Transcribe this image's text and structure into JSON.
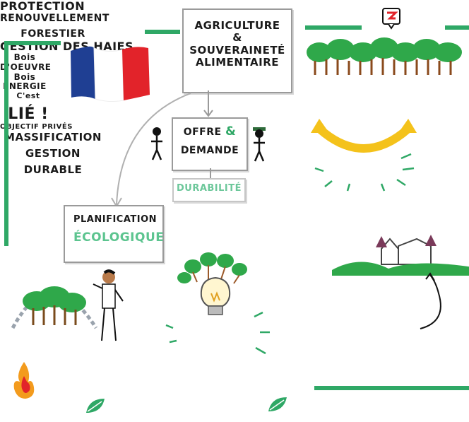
{
  "title_box": {
    "line1": "Agriculture",
    "line2": "& souveraineté",
    "line3": "alimentaire"
  },
  "offre_box": {
    "line1": "Offre",
    "amp": "&",
    "line2": "demande"
  },
  "durabilite": "Durabilité",
  "planification": {
    "line1": "Planification",
    "line2": "écologique"
  },
  "protection": "Protection",
  "renouvellement": {
    "line1": "Renouvellement",
    "line2": "forestier"
  },
  "gestion_haies": "Gestion des haies",
  "bois_oeuvre": {
    "line1": "Bois",
    "line2": "d'oeuvre"
  },
  "bois_energie": {
    "line1": "Bois",
    "line2": "énergie"
  },
  "cest_lie": {
    "line1": "C'est",
    "line2": "lié !"
  },
  "objectif": "Objectif privés",
  "massification": {
    "line1": "Massification",
    "line2": "gestion",
    "line3": "durable"
  },
  "colors": {
    "accent_green": "#2fa866",
    "yellow": "#f4c21b",
    "red": "#e2232a",
    "blue": "#1f3f93"
  }
}
